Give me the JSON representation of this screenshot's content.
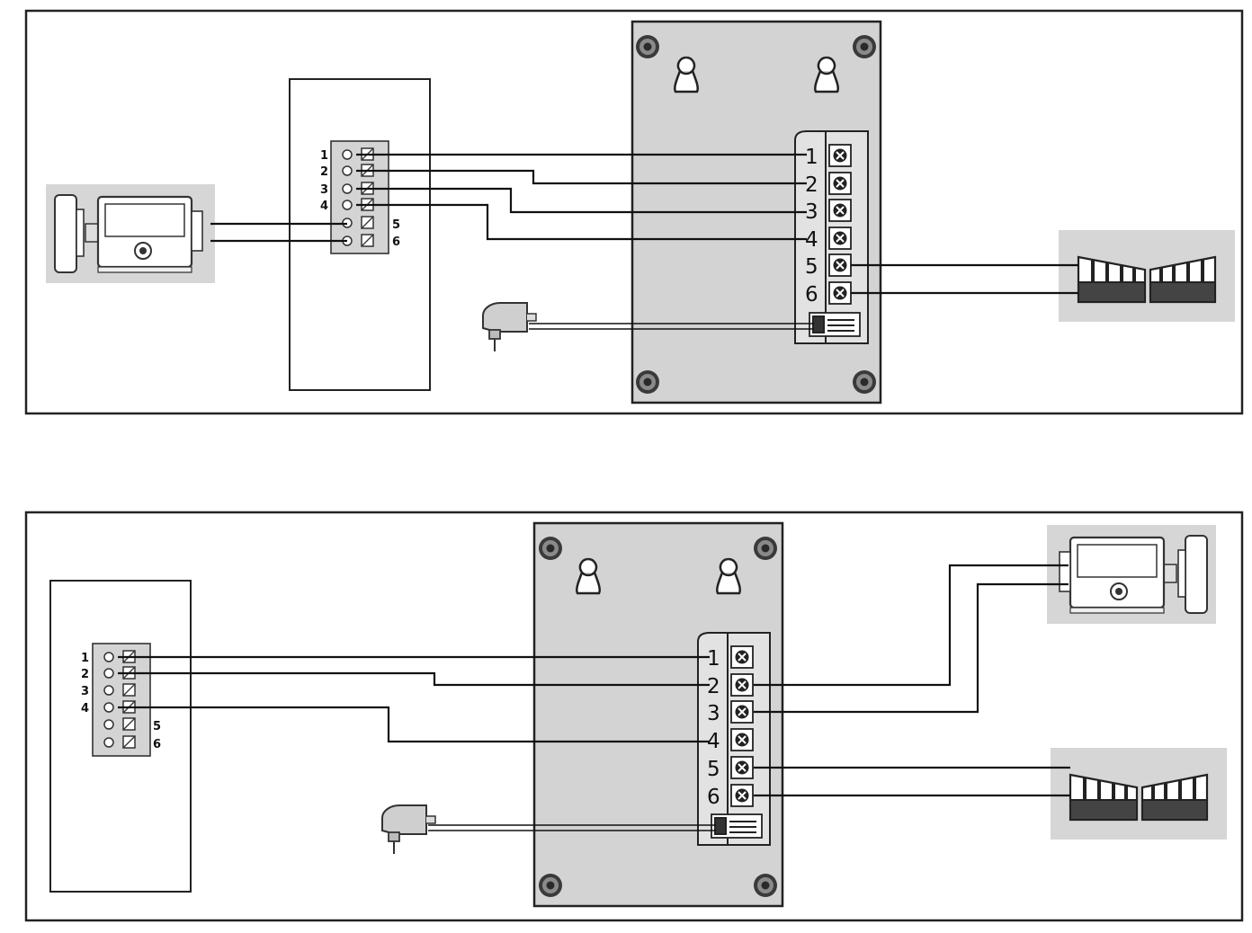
{
  "outdoor_unit": {
    "terminal_labels": [
      "1",
      "2",
      "3",
      "4",
      "5",
      "6"
    ]
  },
  "monitor": {
    "terminal_labels": [
      "1",
      "2",
      "3",
      "4",
      "5",
      "6"
    ]
  }
}
